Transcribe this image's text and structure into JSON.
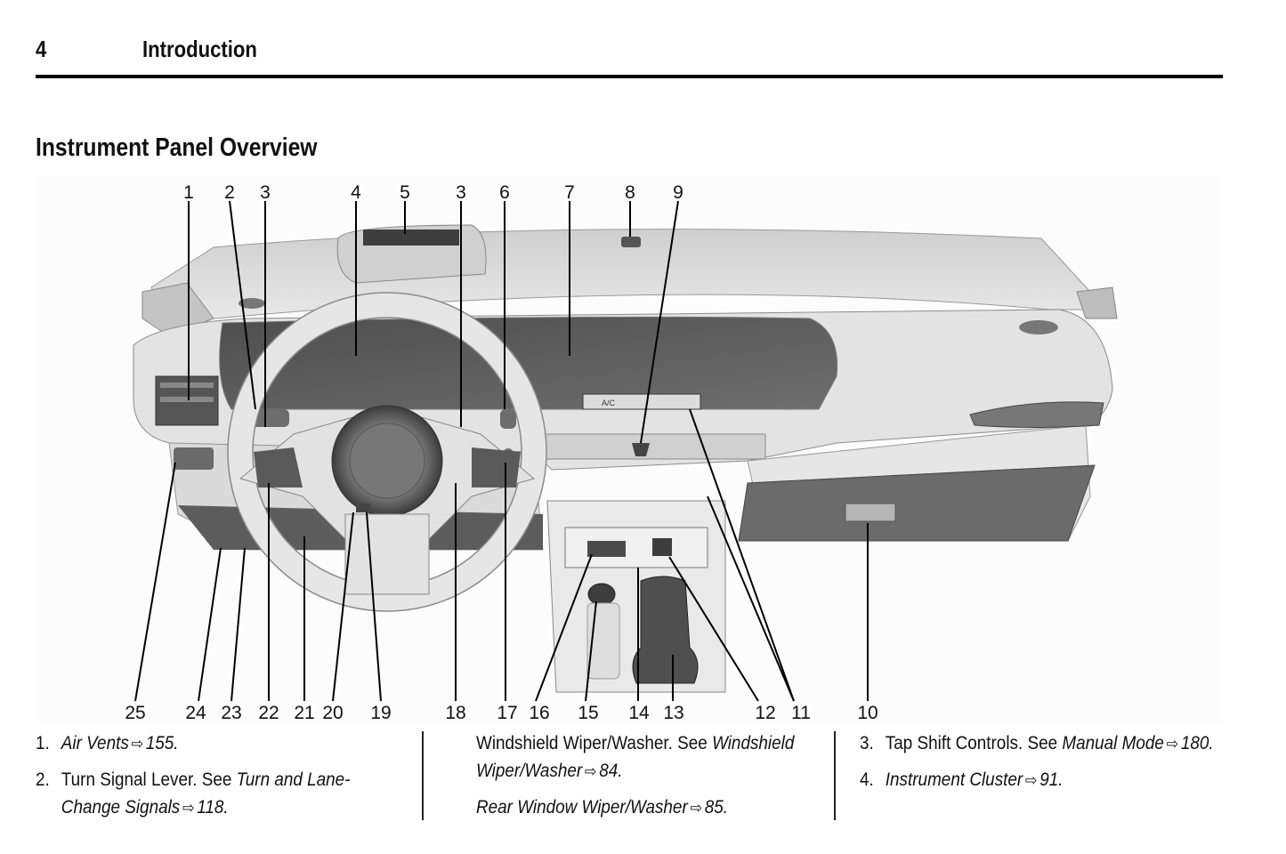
{
  "header": {
    "page_number": "4",
    "chapter": "Introduction"
  },
  "section": {
    "title": "Instrument Panel Overview"
  },
  "figure": {
    "top_callouts": [
      "1",
      "2",
      "3",
      "4",
      "5",
      "3",
      "6",
      "7",
      "8",
      "9"
    ],
    "bottom_callouts": [
      "25",
      "24",
      "23",
      "22",
      "21",
      "20",
      "19",
      "18",
      "17",
      "16",
      "15",
      "14",
      "13",
      "12",
      "11",
      "10"
    ],
    "display_strip_text": "A/C",
    "colors": {
      "dash_light": "#d9d9d9",
      "dash_mid": "#a8a8a8",
      "screen_dark": "#5a5a5a",
      "glovebox": "#6a6a6a",
      "leader_line": "#000000"
    }
  },
  "legend": {
    "col1": [
      {
        "num": "1.",
        "plain": "",
        "italic": "Air Vents",
        "arrow": "⇨",
        "page": "155",
        "end": "."
      },
      {
        "num": "2.",
        "plain": "Turn Signal Lever. See ",
        "italic": "Turn and Lane-",
        "line2_italic": "Change Signals",
        "arrow": "⇨",
        "page": "118",
        "end": "."
      }
    ],
    "col2": [
      {
        "plain": "Windshield Wiper/Washer. See ",
        "italic": "Windshield",
        "line2_italic": "Wiper/Washer",
        "arrow": "⇨",
        "page": "84",
        "end": "."
      },
      {
        "plain": "",
        "italic": "Rear Window Wiper/Washer",
        "arrow": "⇨",
        "page": "85",
        "end": "."
      }
    ],
    "col3": [
      {
        "num": "3.",
        "plain": "Tap Shift Controls. See ",
        "italic": "Manual Mode",
        "arrow": "⇨",
        "page": "180",
        "end": "."
      },
      {
        "num": "4.",
        "plain": "",
        "italic": "Instrument Cluster",
        "arrow": "⇨",
        "page": "91",
        "end": "."
      }
    ]
  }
}
